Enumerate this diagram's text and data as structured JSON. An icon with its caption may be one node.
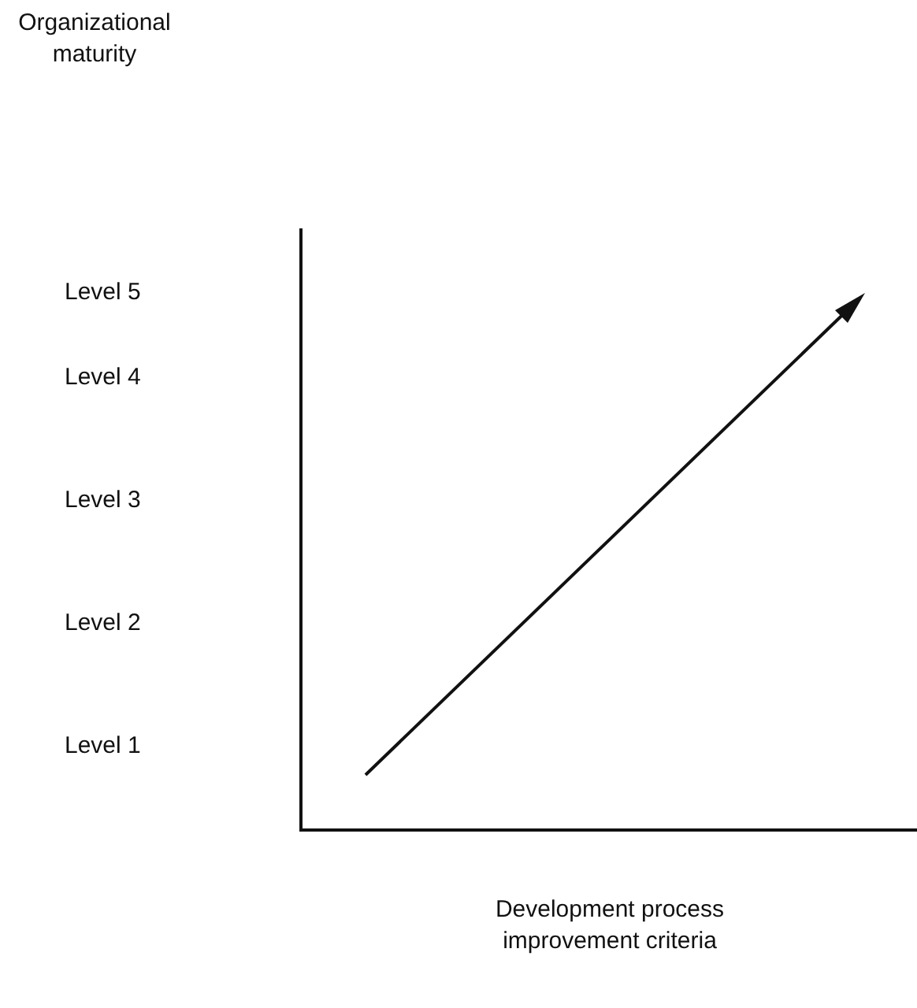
{
  "diagram": {
    "labels": [
      "Organizational maturity",
      "Level 5",
      "Level 4",
      "Level 3",
      "Level 2",
      "Level 1",
      "Development process improvement criteria"
    ]
  }
}
